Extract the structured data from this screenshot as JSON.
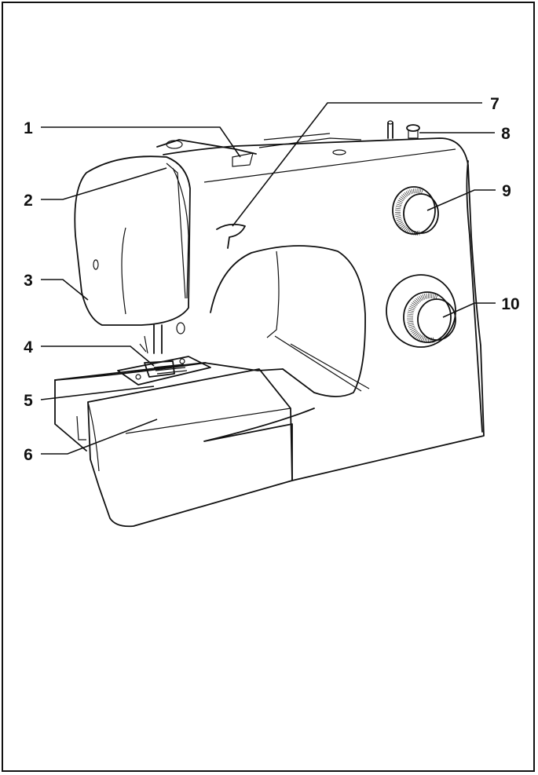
{
  "diagram": {
    "callouts": [
      {
        "id": 1,
        "label": "1"
      },
      {
        "id": 2,
        "label": "2"
      },
      {
        "id": 3,
        "label": "3"
      },
      {
        "id": 4,
        "label": "4"
      },
      {
        "id": 5,
        "label": "5"
      },
      {
        "id": 6,
        "label": "6"
      },
      {
        "id": 7,
        "label": "7"
      },
      {
        "id": 8,
        "label": "8"
      },
      {
        "id": 9,
        "label": "9"
      },
      {
        "id": 10,
        "label": "10"
      }
    ]
  },
  "colors": {
    "line": "#111111",
    "background": "#ffffff"
  }
}
